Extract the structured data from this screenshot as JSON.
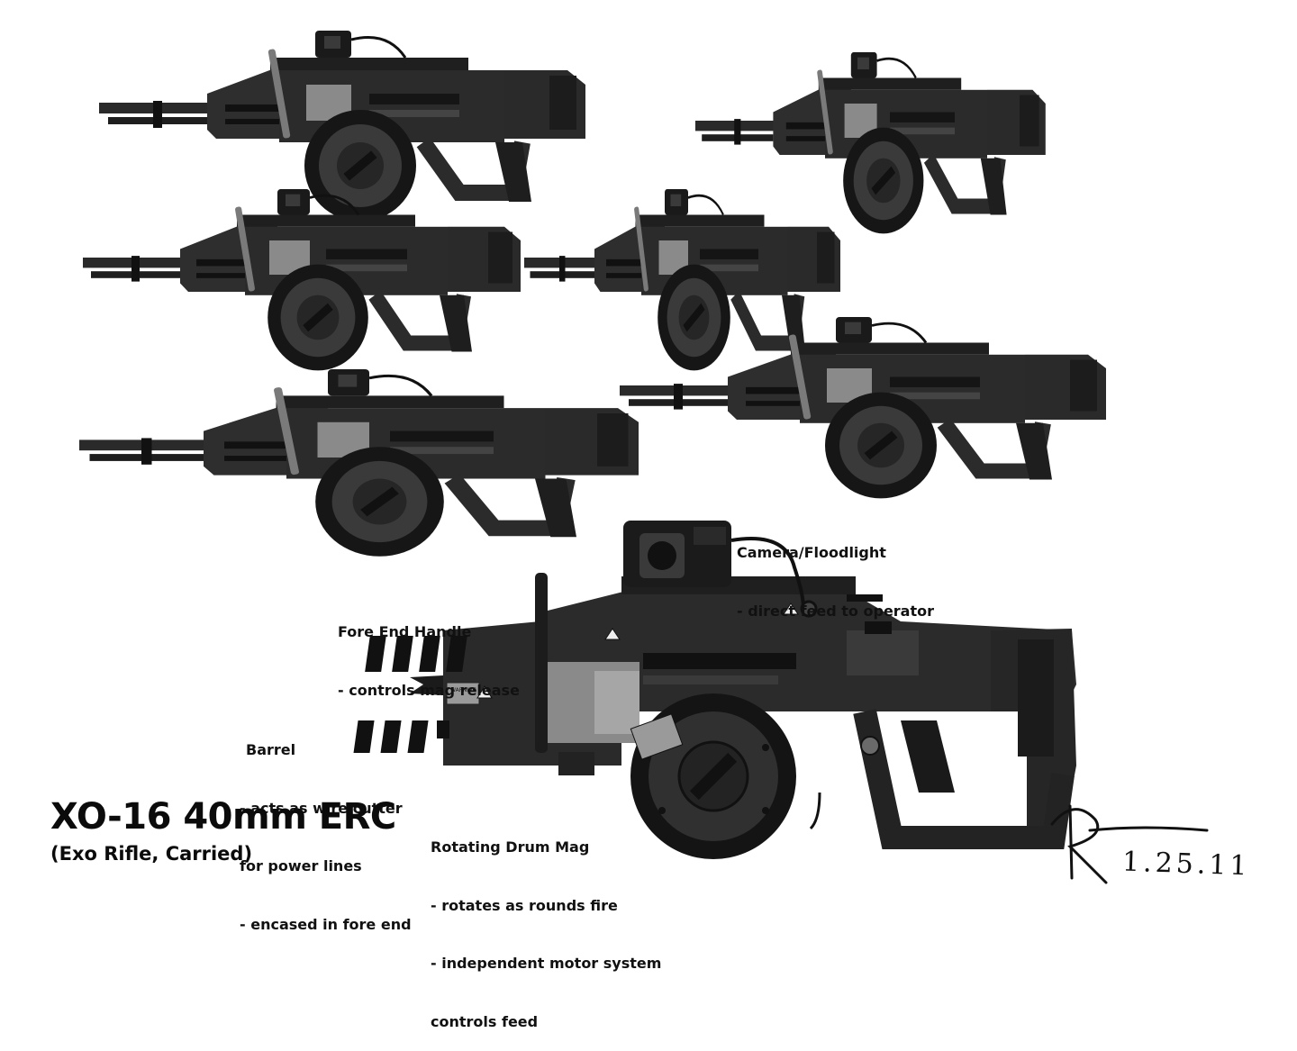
{
  "title": "XO-16 40mm ERC",
  "subtitle": "(Exo Rifle, Carried)",
  "palette": {
    "dark": "#2b2b2b",
    "darker": "#1a1a1a",
    "mid": "#444444",
    "light": "#8a8a8a",
    "lighter": "#a6a6a6",
    "black": "#0e0e0e"
  },
  "callouts": {
    "camera": {
      "heading": "Camera/Floodlight",
      "lines": [
        "- direct feed to operator"
      ]
    },
    "fore_end": {
      "heading": "Fore End Handle",
      "lines": [
        "- controls mag release"
      ]
    },
    "barrel": {
      "heading": "Barrel",
      "lines": [
        "- acts as wire cutter",
        "for power lines",
        "- encased in fore end"
      ]
    },
    "drum": {
      "heading": "Rotating Drum Mag",
      "lines": [
        "- rotates as rounds fire",
        "- independent motor system",
        "controls feed"
      ]
    }
  },
  "signature": {
    "date": "1.25.11"
  },
  "decals": {
    "warning": "WARNING"
  }
}
